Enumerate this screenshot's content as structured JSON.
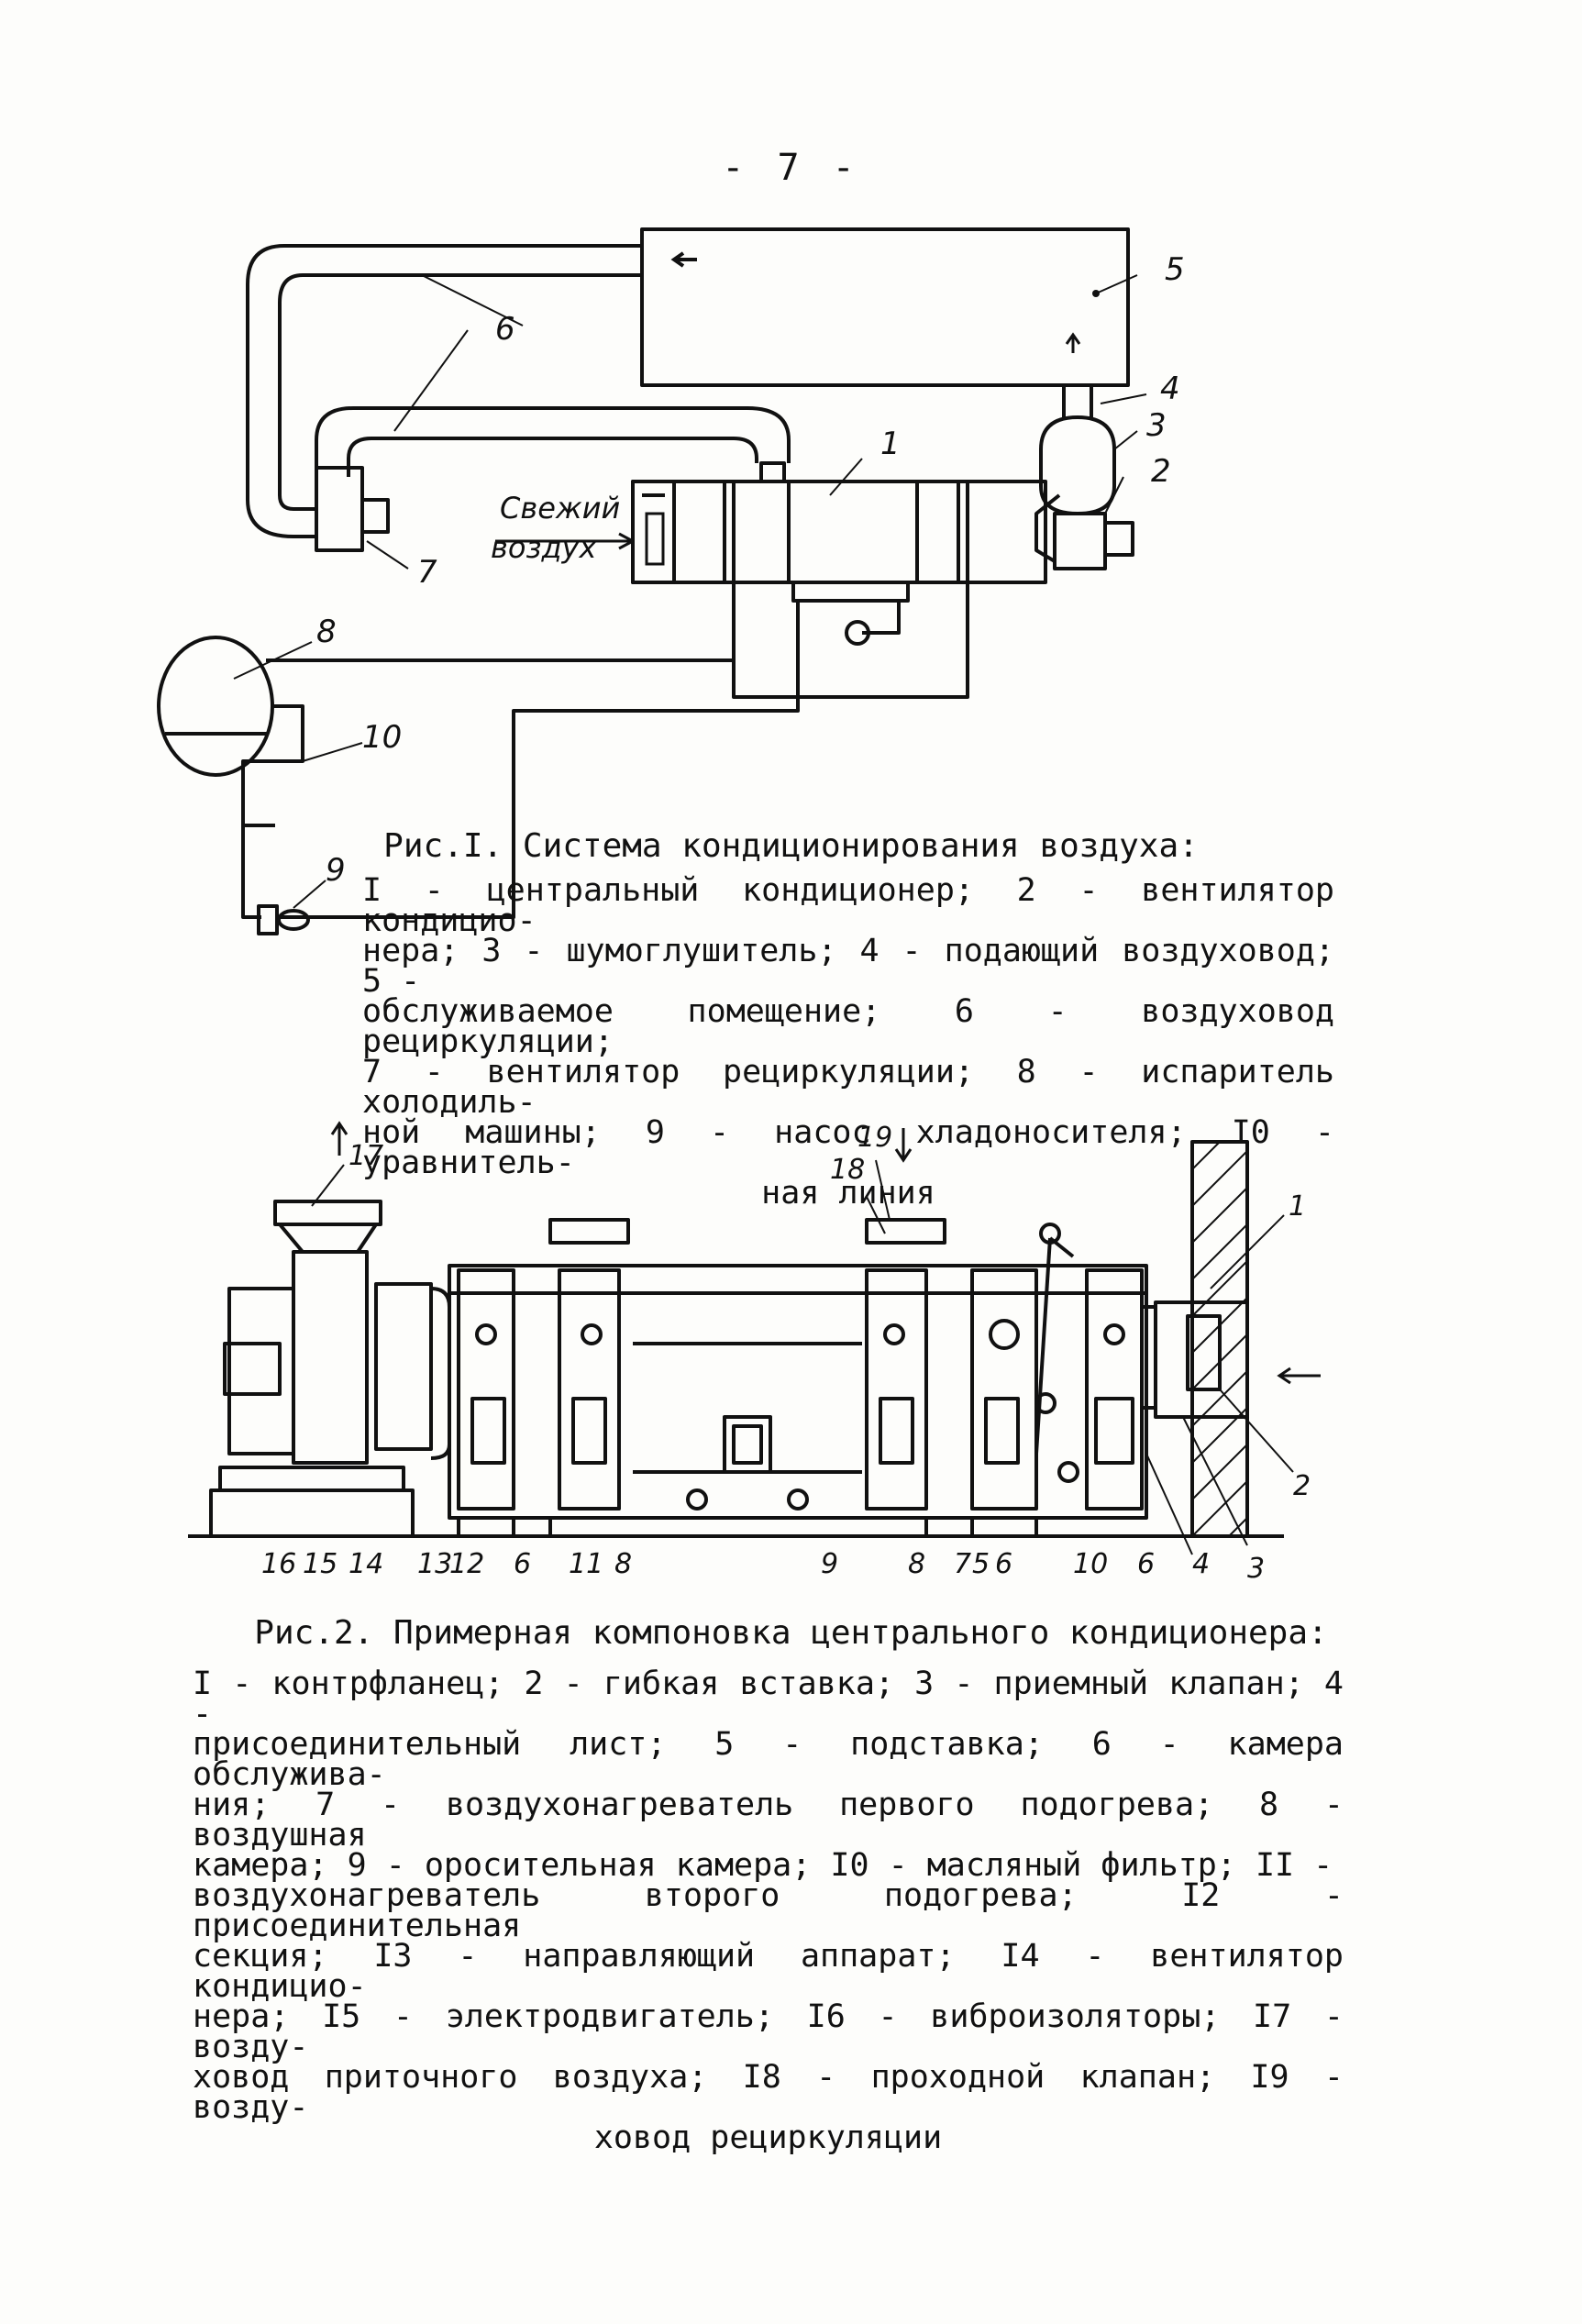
{
  "page_number": "- 7 -",
  "figure1": {
    "caption_title": "Рис.I. Система кондиционирования воздуха:",
    "caption_lines": [
      "I - центральный кондиционер; 2 - вентилятор кондицио-",
      "нера; 3 - шумоглушитель; 4 - подающий воздуховод; 5 -",
      "обслуживаемое помещение; 6 - воздуховод рециркуляции;",
      "7 - вентилятор рециркуляции; 8 - испаритель холодиль-",
      "ной машины; 9 - насос хладоносителя; I0 - уравнитель-",
      "ная линия"
    ],
    "fresh_air_label_1": "Свежий",
    "fresh_air_label_2": "воздух",
    "callouts": [
      "1",
      "2",
      "3",
      "4",
      "5",
      "6",
      "7",
      "8",
      "9",
      "10"
    ]
  },
  "figure2": {
    "caption_title": "Рис.2. Примерная компоновка центрального кондиционера:",
    "caption_lines": [
      "I - контрфланец; 2 - гибкая вставка; 3 - приемный клапан; 4 -",
      "присоединительный лист; 5 - подставка; 6 - камера обслужива-",
      "ния; 7 - воздухонагреватель первого подогрева; 8 - воздушная",
      "камера; 9 - оросительная камера; I0 - масляный фильтр; II -",
      "воздухонагреватель второго подогрева; I2 - присоединительная",
      "секция; I3 - направляющий аппарат; I4 - вентилятор кондицио-",
      "нера; I5 - электродвигатель; I6 - виброизоляторы; I7 - возду-",
      "ховод приточного воздуха; I8 - проходной клапан; I9 - возду-",
      "ховод рециркуляции"
    ],
    "callouts_top": [
      "17",
      "18",
      "19",
      "1"
    ],
    "callouts_bottom": [
      "16",
      "15",
      "14",
      "13",
      "12",
      "6",
      "11",
      "8",
      "9",
      "8",
      "7",
      "5",
      "6",
      "10",
      "6",
      "4",
      "3",
      "2"
    ]
  }
}
